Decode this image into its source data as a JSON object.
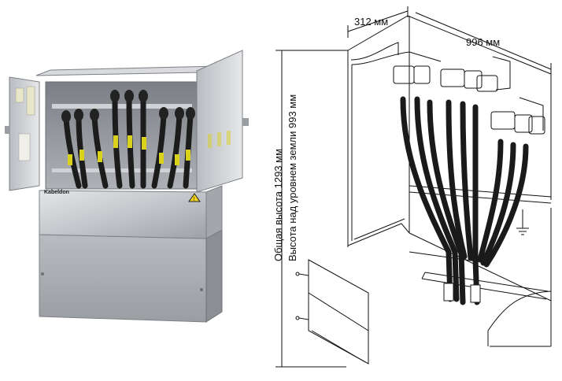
{
  "photo": {
    "brand_label": "Kabeldon",
    "warning_symbol": "warning-triangle-icon",
    "colors": {
      "steel": "#c9cbcf",
      "steel_dark": "#8e9196",
      "cable": "#1c1c1c",
      "marker_yellow": "#d8d21c"
    }
  },
  "dimensions": {
    "depth": "312 мм",
    "width": "996 мм",
    "total_height": "Общая высота 1293 мм",
    "height_above_ground": "Высота над уровнем земли 993 мм"
  },
  "drawing": {
    "ground_symbol": "ground-icon",
    "line_color": "#111111"
  }
}
